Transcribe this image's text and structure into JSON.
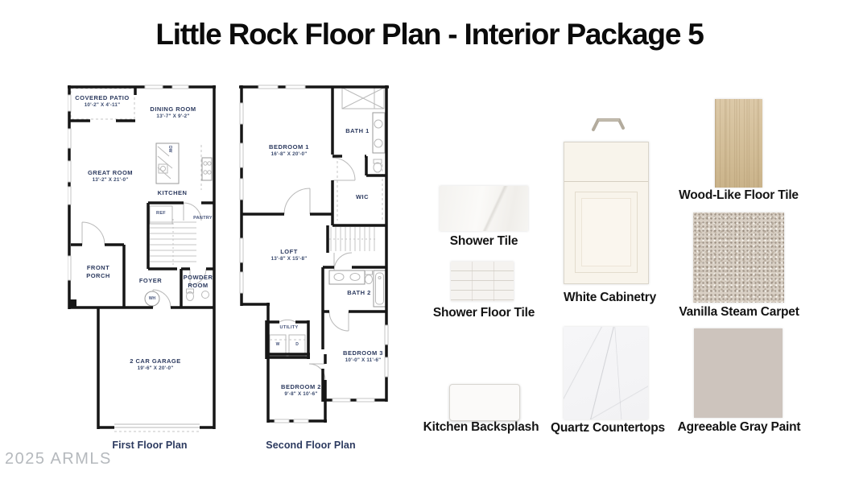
{
  "title": "Little Rock Floor Plan - Interior Package 5",
  "watermark": "2025 ARMLS",
  "colors": {
    "room_label_navy": "#2c3a5f",
    "wall_black": "#161616",
    "wood_tile": "#d3bf9c",
    "carpet_beige": "#d8cfc4",
    "agreeable_gray": "#cdc4bd",
    "cabinet_cream": "#f8f4eb",
    "tile_white": "#f5f3f0"
  },
  "first_floor": {
    "caption": "First Floor Plan",
    "rooms": {
      "covered_patio": {
        "name": "COVERED PATIO",
        "dims": "10'-2\" X 4'-11\""
      },
      "dining_room": {
        "name": "DINING ROOM",
        "dims": "13'-7\" X 9'-2\""
      },
      "great_room": {
        "name": "GREAT ROOM",
        "dims": "13'-2\" X 21'-0\""
      },
      "kitchen": {
        "name": "KITCHEN"
      },
      "ref": {
        "name": "REF"
      },
      "pantry": {
        "name": "PANTRY"
      },
      "dw": {
        "name": "DW"
      },
      "front_porch": {
        "name": "FRONT PORCH"
      },
      "foyer": {
        "name": "FOYER"
      },
      "powder_room": {
        "name": "POWDER ROOM"
      },
      "wh": {
        "name": "WH"
      },
      "garage": {
        "name": "2 CAR GARAGE",
        "dims": "19'-6\" X 20'-0\""
      }
    }
  },
  "second_floor": {
    "caption": "Second Floor Plan",
    "rooms": {
      "bedroom_1": {
        "name": "BEDROOM 1",
        "dims": "16'-8\" X 20'-0\""
      },
      "bath_1": {
        "name": "BATH 1"
      },
      "wic": {
        "name": "WIC"
      },
      "loft": {
        "name": "LOFT",
        "dims": "13'-8\" X 15'-8\""
      },
      "bath_2": {
        "name": "BATH 2"
      },
      "utility": {
        "name": "UTILITY"
      },
      "washer": {
        "name": "W"
      },
      "dryer": {
        "name": "D"
      },
      "bedroom_3": {
        "name": "BEDROOM 3",
        "dims": "10'-0\" X 11'-6\""
      },
      "bedroom_2": {
        "name": "BEDROOM 2",
        "dims": "9'-8\" X 10'-6\""
      }
    }
  },
  "swatches": [
    {
      "id": "shower-tile",
      "label": "Shower Tile"
    },
    {
      "id": "shower-floor-tile",
      "label": "Shower Floor Tile"
    },
    {
      "id": "kitchen-backsplash",
      "label": "Kitchen Backsplash"
    },
    {
      "id": "white-cabinetry",
      "label": "White Cabinetry"
    },
    {
      "id": "quartz-countertops",
      "label": "Quartz Countertops"
    },
    {
      "id": "wood-floor-tile",
      "label": "Wood-Like Floor Tile"
    },
    {
      "id": "vanilla-carpet",
      "label": "Vanilla Steam Carpet"
    },
    {
      "id": "agreeable-gray",
      "label": "Agreeable Gray Paint"
    }
  ]
}
